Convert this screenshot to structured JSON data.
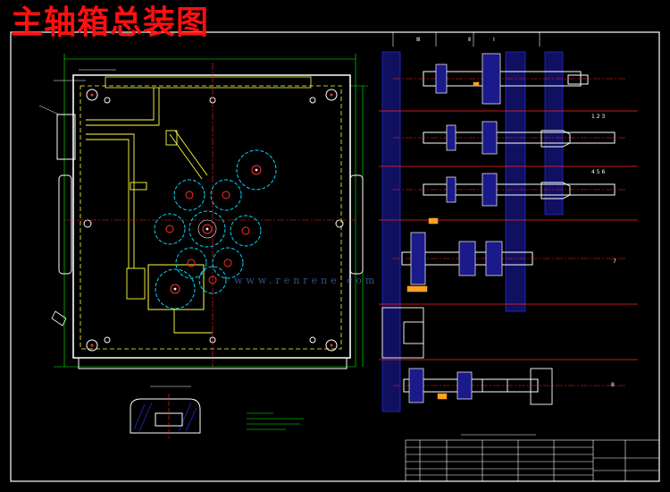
{
  "title": "主轴箱总装图",
  "watermark": "www.renrenе.com",
  "section_labels": {
    "roman_three": "Ⅲ",
    "roman_two": "Ⅱ",
    "roman_one": "Ⅰ",
    "label_123": "1 2 3",
    "label_456": "4 5 6",
    "label_7": "7",
    "label_8": "8"
  },
  "colors": {
    "background": "#000000",
    "border": "#ffffff",
    "title": "#ff1010",
    "axis": "#ff2020",
    "gear": "#00d8ff",
    "guide": "#00ff00",
    "hatch": "#2a2ad0",
    "pipe": "#ffff40"
  }
}
